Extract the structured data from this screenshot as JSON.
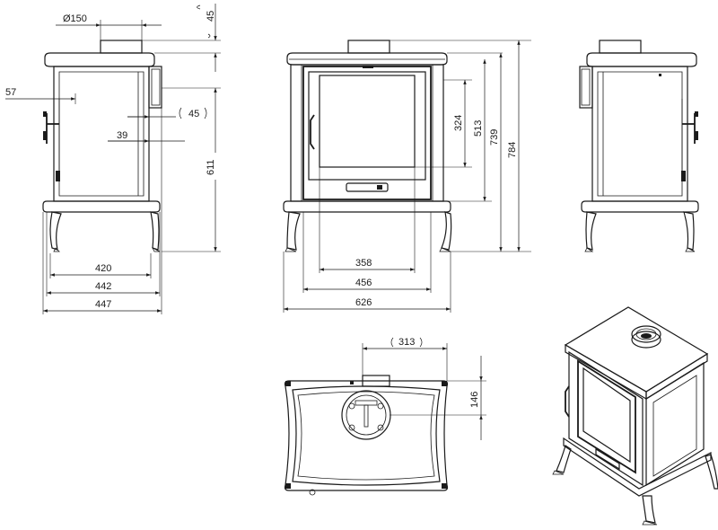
{
  "dimensions": {
    "flue_diameter": "Ø150",
    "side_top_offset": "45",
    "side_flue_height_offset": "57",
    "side_rear_collar": "45",
    "side_rear_stub": "39",
    "side_height": "611",
    "side_width_1": "420",
    "side_width_2": "442",
    "side_width_3": "447",
    "front_h1": "324",
    "front_h2": "513",
    "front_h3": "739",
    "front_h4": "784",
    "front_w1": "358",
    "front_w2": "456",
    "front_w3": "626",
    "top_flue_offset": "313",
    "top_depth_offset": "146"
  }
}
